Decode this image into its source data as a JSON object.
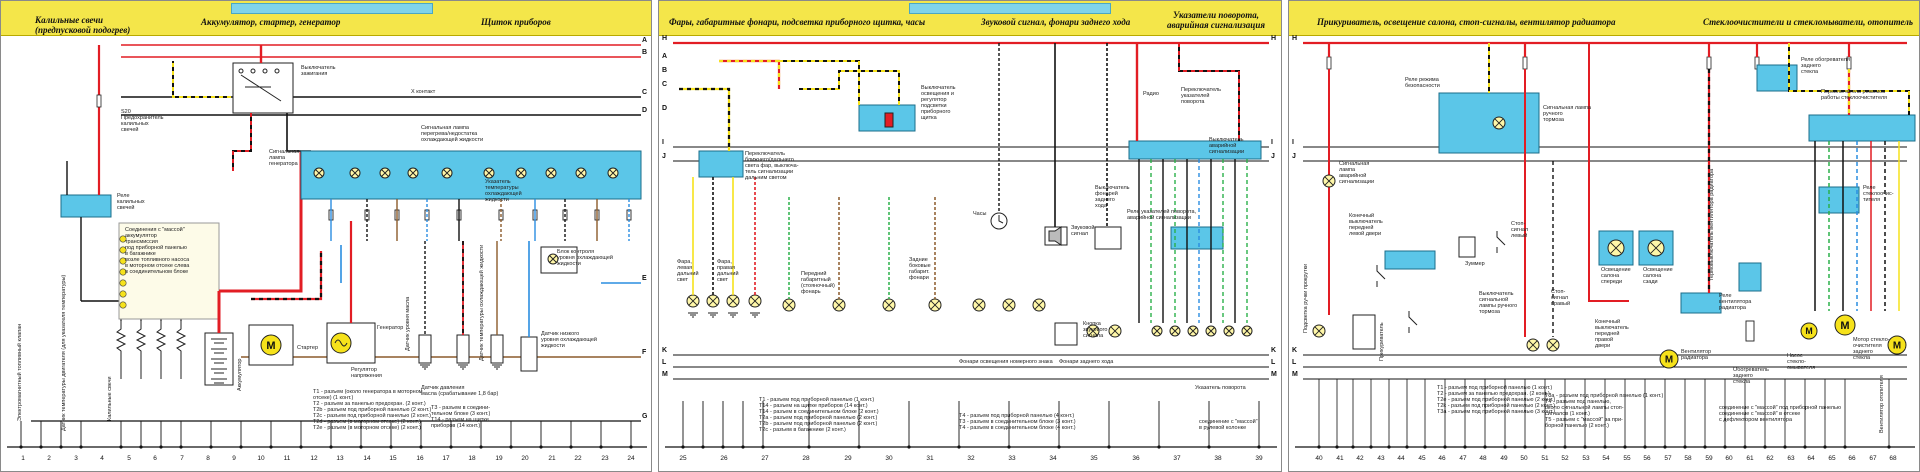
{
  "panel1": {
    "headers": [
      "Калильные свечи\n(предпусковой подогрев)",
      "Аккумулятор, стартер, генератор",
      "Щиток приборов"
    ],
    "buses": [
      "A",
      "B",
      "C",
      "D",
      "E",
      "F",
      "G"
    ],
    "columns": [
      "1",
      "2",
      "3",
      "4",
      "5",
      "6",
      "7",
      "8",
      "9",
      "10",
      "11",
      "12",
      "13",
      "14",
      "15",
      "16",
      "17",
      "18",
      "19",
      "20",
      "21",
      "22",
      "23",
      "24"
    ],
    "labels": {
      "relay": "Реле\nкалильных\nсвечей",
      "fuse20": "S20\nПредохранитель\nкалильных\nсвечей",
      "ignition": "Выключатель\nзажигания",
      "kontakt": "X контакт",
      "warning_lamp": "Сигнальная лампа\nперегрева/недостатка\nохлаждающей жидкости",
      "gen_lamp": "Сигнальная\nлампа\nгенератора",
      "temp_gauge": "Указатель\nтемпературы\nохлаждающей\nжидкости",
      "level_block": "Блок контроля\nуровня охлаждающей\nжидкости",
      "connections": "Соединения с \"массой\"\nаккумулятор\nтрансмиссия\nпод приборной панелью\nв багажнике\nвозле топливного насоса\nв моторном отсеке слева\nв соединительном блоке",
      "battery": "Аккумулятор",
      "starter": "Стартер",
      "generator": "Генератор",
      "regulator": "Регулятор\nнапряжения",
      "oil_sensor": "Датчик давления\nмасла (срабатывание 1,8 бар)",
      "level_sensor": "Датчик низкого\nуровня охлаждающей\nжидкости",
      "glow_plugs": "Калильные\nсвечи",
      "ground_strap": "Электромагнитный\nтопливный клапан",
      "temp_sensor": "Датчик температуры двигателя\n(для указателя температуры)",
      "legend": "T1 - разъем (около генератора в моторном\nотсеке) (1 конт.)\nT2 - разъем за панелью предохран. (2 конт.)\nT2b - разъем под приборной панелью (2 конт.)\nT2c - разъем под приборной панелью (2 конт.)\nT2d - разъем (в моторном отсеке) (2 конт.)\nT2e - разъем (в моторном отсеке) (2 конт.)",
      "legend2": "T3 - разъем в соедини-\nтельном блоке (3 конт.)\nT14 - разъем на щитке\nприборов (14 конт.)",
      "oil_lamp": "Датчик уровня масла",
      "cool_temp": "Датчик температуры охлаждающей жидкости"
    }
  },
  "panel2": {
    "headers": [
      "Фары, габаритные фонари, подсветка приборного щитка, часы",
      "Звуковой сигнал, фонари заднего хода",
      "Указатели поворота,\nаварийная сигнализация"
    ],
    "buses": [
      "H",
      "I",
      "J",
      "K",
      "L",
      "M"
    ],
    "columns": [
      "25",
      "26",
      "27",
      "28",
      "29",
      "30",
      "31",
      "32",
      "33",
      "34",
      "35",
      "36",
      "37",
      "38",
      "39"
    ],
    "labels": {
      "light_switch": "Переключатель\nближнего/дальнего\nсвета фар, выключа-\nтель сигнализации\nдальним светом",
      "dimmer": "Выключатель\nосвещения и\nрегулятор\nподсветки\nприборного\nщитка",
      "clock": "Часы",
      "horn": "Звуковой\nсигнал",
      "horn_btn": "Кнопка\nзвукового\nсигнала",
      "reverse_sw": "Выключатель\nфонарей\nзаднего\nхода",
      "turn_switch": "Переключатель\nуказателей\nповорота",
      "hazard_relay": "Реле указателей поворота,\nаварийной сигнализации",
      "hazard_sw": "Выключатель\nаварийной\nсигнализации",
      "radio": "Радио",
      "hl_left": "Фара,\nлевая\nдальний\nсвет",
      "hl_right": "Фара,\nправая\nдальний\nсвет",
      "plate": "Фонари освещения номерного знака",
      "reverse_lamps": "Фонари заднего хода",
      "turn_lamps": "Указатель поворота",
      "front_park": "Передний\nгабаритный\n(стояночный)\nфонарь",
      "side_marker": "Задние\nбоковые\nгабарит.\nфонари",
      "legend": "T1 - разъем под приборной панелью (1 конт.)\nT14 - разъем на щитке приборов (14 конт.)\nT14 - разъем в соединительном блоке (2 конт.)\nT2a - разъем под приборной панелью (2 конт.)\nT2b - разъем под приборной панелью (2 конт.)\nT2c - разъем в багажнике (2 конт.)",
      "legend2": "T4 - разъем под приборной панелью (4 конт.)\nT3 - разъем в соединительном блоке (3 конт.)\nT4 - разъем в соединительном блоке (4 конт.)",
      "ground_note": "соединение с \"массой\"\nв рулевой колонке"
    }
  },
  "panel3": {
    "headers": [
      "Прикуриватель, освещение салона, стоп-сигналы, вентилятор радиатора",
      "Стеклоочистители и стекломыватели, отопитель"
    ],
    "buses": [
      "H",
      "I",
      "J",
      "K",
      "L",
      "M"
    ],
    "columns": [
      "40",
      "41",
      "42",
      "43",
      "44",
      "45",
      "46",
      "47",
      "48",
      "49",
      "50",
      "51",
      "52",
      "53",
      "54",
      "55",
      "56",
      "57",
      "58",
      "59",
      "60",
      "61",
      "62",
      "63",
      "64",
      "65",
      "66",
      "67",
      "68"
    ],
    "labels": {
      "lighter": "Прикуриватель",
      "ash_lamp": "Подсветка ручки\nпрокрутки",
      "interior_light": "Освещение\nсалона\nспереди",
      "interior_light2": "Освещение\nсалона\nсзади",
      "door_sw_l": "Конечный\nвыключатель\nпередней\nлевой двери",
      "door_sw_r": "Конечный\nвыключатель\nпередней\nправой\nдвери",
      "brake_sw": "Выключатель\nсигнальной\nлампы ручного\nтормоза",
      "stop_lamps": "Стоп-\nсигнал\nлевый",
      "stop_lamps_r": "Стоп-\nсигнал\nправый",
      "fan": "Вентилятор\nрадиатора",
      "fan_relay": "Реле\nвентилятора\nрадиатора",
      "thermo_sw": "Термовыключатель\nвентилятора\nрадиатора",
      "rear_defrost": "Реле обогревателя\nзаднего\nстекла",
      "wiper_sw": "Переключатель режимов\nработы стеклоочистителя",
      "wiper_relay": "Реле\nстеклоочис-\nтителя",
      "wiper_motor": "Мотор стекло-\nочистителя\nзаднего\nстекла",
      "washer": "Насос\nстекло-\nомывателя",
      "heater_motor": "Вентилятор\nотопителя",
      "rear_glass": "Обогреватель\nзаднего\nстекла",
      "seatbelt_lamp": "Сигнальная\nлампа\nаварийной\nсигнализации",
      "brake_lamp": "Сигнальная лампа\nручного\nтормоза",
      "buzzer": "Зуммер",
      "safety_relay": "Реле режима\nбезопасности",
      "legend": "T1 - разъем под приборной панелью (1 конт.)\nT2 - разъем за панелью предохран. (2 конт.)\nT2e - разъем под приборной панелью (2 конт.)\nT2k - разъем под приборной панелью (2 конт.)\nT3a - разъем под приборной панелью (3 конт.)",
      "legend2": "T3a - разъем под приборной панелью (1 конт.)\nT4 - разъем под панелью,\nоколо сигнальной лампы стоп-\nсигналов (1 конт.)\nT5 - разъем с \"массой\" за при-\nборной панелью (2 конт.)",
      "ground_note": "соединение с \"массой\" под приборной панелью\nсоединение с \"массой\" в отсеке\nс дефлектором вентилятора"
    }
  },
  "colors": {
    "header_bg": "#f4e64a",
    "red": "#e21d24",
    "black": "#111111",
    "blue": "#2a8de0",
    "green": "#2bb04a",
    "yellow": "#f6e21b",
    "brown": "#8b5a2b",
    "cyan_block": "#5bc6e8",
    "grey": "#8a8a8a"
  }
}
